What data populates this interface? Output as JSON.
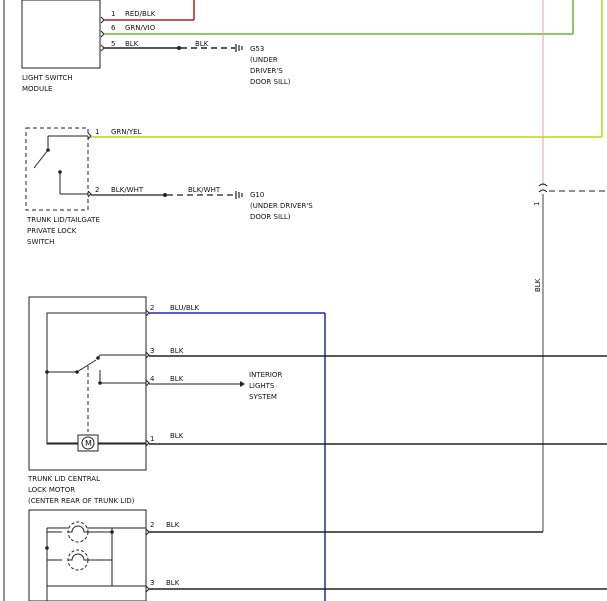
{
  "colors": {
    "red": "#b32127",
    "green": "#6fb23a",
    "yellow_green": "#b6e33a",
    "blue": "#1f2f9e",
    "black": "#222222",
    "pink": "#e6a3a3"
  },
  "light_switch": {
    "title_line1": "LIGHT SWITCH",
    "title_line2": "MODULE",
    "pins": [
      {
        "num": "1",
        "wire": "RED/BLK"
      },
      {
        "num": "6",
        "wire": "GRN/VIO"
      },
      {
        "num": "5",
        "wire": "BLK"
      }
    ],
    "ground_wire": "BLK",
    "ground": {
      "name": "G53",
      "l1": "(UNDER",
      "l2": "DRIVER'S",
      "l3": "DOOR SILL)"
    }
  },
  "trunk_switch": {
    "title_line1": "TRUNK LID/TAILGATE",
    "title_line2": "PRIVATE LOCK",
    "title_line3": "SWITCH",
    "pins": [
      {
        "num": "1",
        "wire": "GRN/YEL"
      },
      {
        "num": "2",
        "wire": "BLK/WHT"
      }
    ],
    "ground_wire": "BLK/WHT",
    "ground": {
      "name": "G10",
      "l1": "(UNDER DRIVER'S",
      "l2": "DOOR SILL)"
    }
  },
  "vertical_wire": {
    "label": "BLK",
    "connector": "1"
  },
  "motor": {
    "title_line1": "TRUNK LID CENTRAL",
    "title_line2": "LOCK MOTOR",
    "title_line3": "(CENTER REAR OF TRUNK LID)",
    "pins": [
      {
        "num": "2",
        "wire": "BLU/BLK"
      },
      {
        "num": "3",
        "wire": "BLK"
      },
      {
        "num": "4",
        "wire": "BLK"
      },
      {
        "num": "1",
        "wire": "BLK"
      }
    ],
    "motor_symbol": "M",
    "interior": {
      "l1": "INTERIOR",
      "l2": "LIGHTS",
      "l3": "SYSTEM"
    }
  },
  "lamp": {
    "pins": [
      {
        "num": "2",
        "wire": "BLK"
      },
      {
        "num": "3",
        "wire": "BLK"
      }
    ]
  }
}
